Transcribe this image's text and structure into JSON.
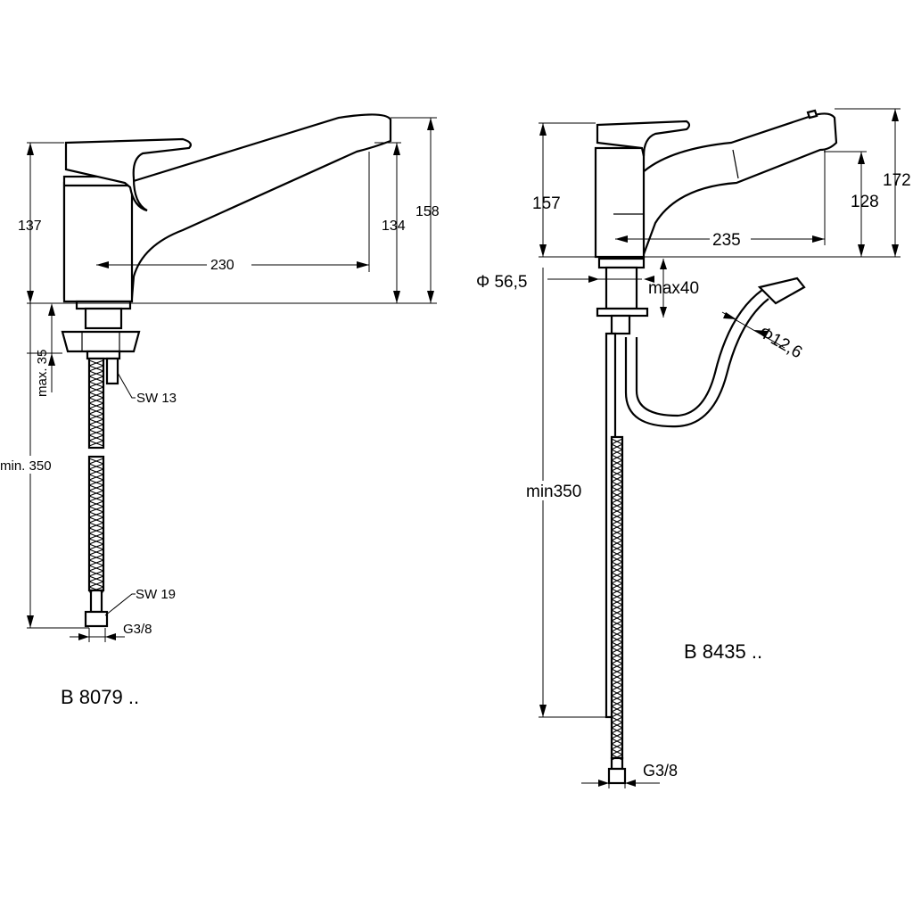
{
  "drawing_left": {
    "model_label": "B 8079 ..",
    "dims": {
      "height_lever": "137",
      "height_spout": "134",
      "height_total": "158",
      "reach": "230",
      "max_thickness": "max. 35",
      "hose_length": "min. 350",
      "wrench_nut": "SW 13",
      "wrench_fitting": "SW 19",
      "thread": "G3/8"
    }
  },
  "drawing_right": {
    "model_label": "B 8435 ..",
    "dims": {
      "height_body": "157",
      "height_spout": "128",
      "height_total": "172",
      "reach": "235",
      "base_diameter": "Φ 56,5",
      "max_thickness": "max40",
      "hose_diameter": "Φ12,6",
      "hose_length": "min350",
      "thread": "G3/8"
    }
  }
}
